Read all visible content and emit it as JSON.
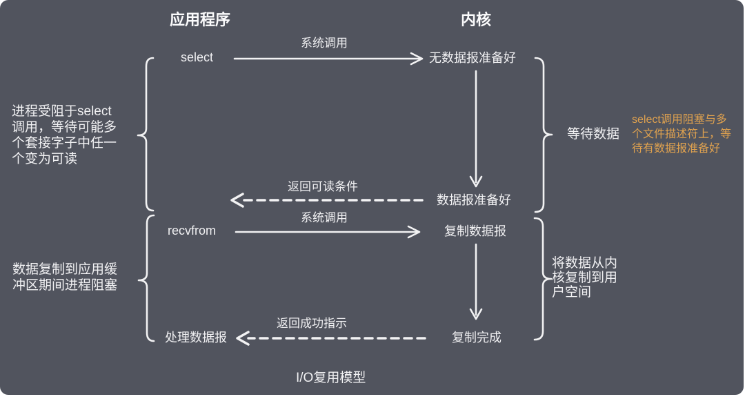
{
  "colors": {
    "background": "#51545e",
    "text": "#f1f1f3",
    "accent_orange": "#e0a24f",
    "stroke": "#f2f2f3"
  },
  "headers": {
    "application": "应用程序",
    "kernel": "内核"
  },
  "flow": {
    "select": "select",
    "recvfrom": "recvfrom",
    "syscall_top": "系统调用",
    "syscall_bottom": "系统调用",
    "no_datagram_ready": "无数据报准备好",
    "datagram_ready": "数据报准备好",
    "copy_datagram": "复制数据报",
    "copy_complete": "复制完成",
    "process_datagram": "处理数据报",
    "return_readable": "返回可读条件",
    "return_success": "返回成功指示"
  },
  "annotations": {
    "select_block": "进程受阻于select\n调用，等待可能多\n个套接字子中任一\n个变为可读",
    "copy_block": "数据复制到应用缓\n冲区期间进程阻塞",
    "wait_data": "等待数据",
    "wait_data_note": "select调用阻塞与多\n个文件描述符上，等\n待有数据报准备好",
    "kernel_copy": "将数据从内\n核复制到用\n户空间"
  },
  "caption": "I/O复用模型"
}
